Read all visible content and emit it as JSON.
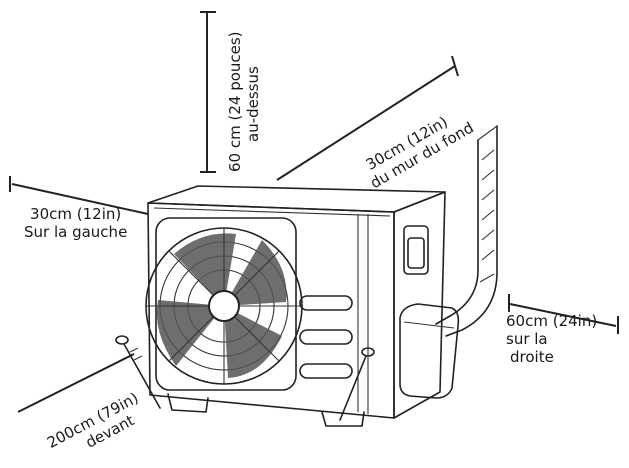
{
  "diagram": {
    "labels": {
      "top_line1": "60 cm (24 pouces)",
      "top_line2": "au-dessus",
      "back_line1": "30cm (12in)",
      "back_line2": "du mur du fond",
      "left_line1": "30cm (12in)",
      "left_line2": "Sur la gauche",
      "right_line1": "60cm (24in)",
      "right_line2": "sur la",
      "right_line3": "droite",
      "front_line1": "200cm (79in)",
      "front_line2": "devant"
    }
  }
}
